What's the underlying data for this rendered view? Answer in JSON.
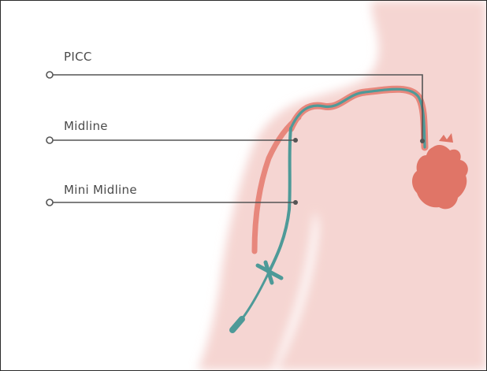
{
  "labels": {
    "picc": "PICC",
    "midline": "Midline",
    "mini_midline": "Mini Midline"
  },
  "colors": {
    "skin": "#f5d5d2",
    "skin_edge": "#efc4c0",
    "vein": "#e7877c",
    "catheter": "#4e9a98",
    "heart": "#e07567",
    "leader_line": "#555555",
    "frame": "#2b2b2b"
  }
}
